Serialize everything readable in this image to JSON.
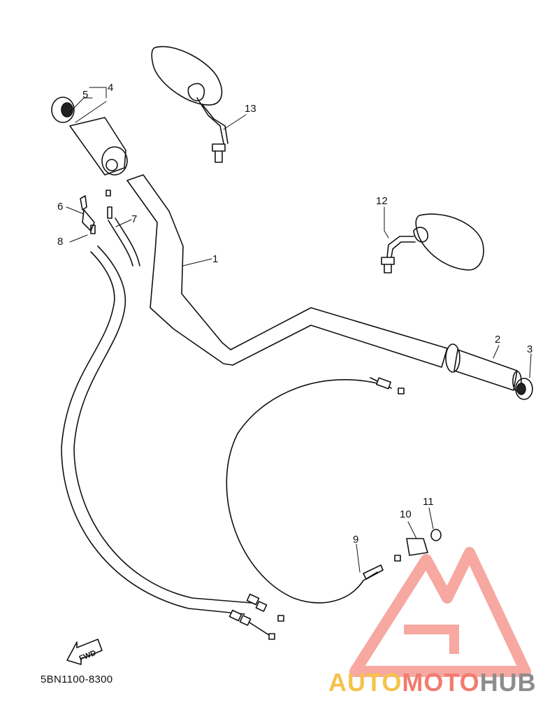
{
  "callouts": [
    "1",
    "2",
    "3",
    "4",
    "5",
    "6",
    "7",
    "8",
    "9",
    "10",
    "11",
    "12",
    "13"
  ],
  "fwd_label": "FWD",
  "diagram_code": "5BN1100-8300",
  "watermark": {
    "part1": "AUTO",
    "part2": "MOTO",
    "part3": "HUB",
    "colors": {
      "part1": "#f6c24a",
      "part2": "#f27b70",
      "part3": "#8d8d8d",
      "logo": "#f27b70"
    }
  }
}
